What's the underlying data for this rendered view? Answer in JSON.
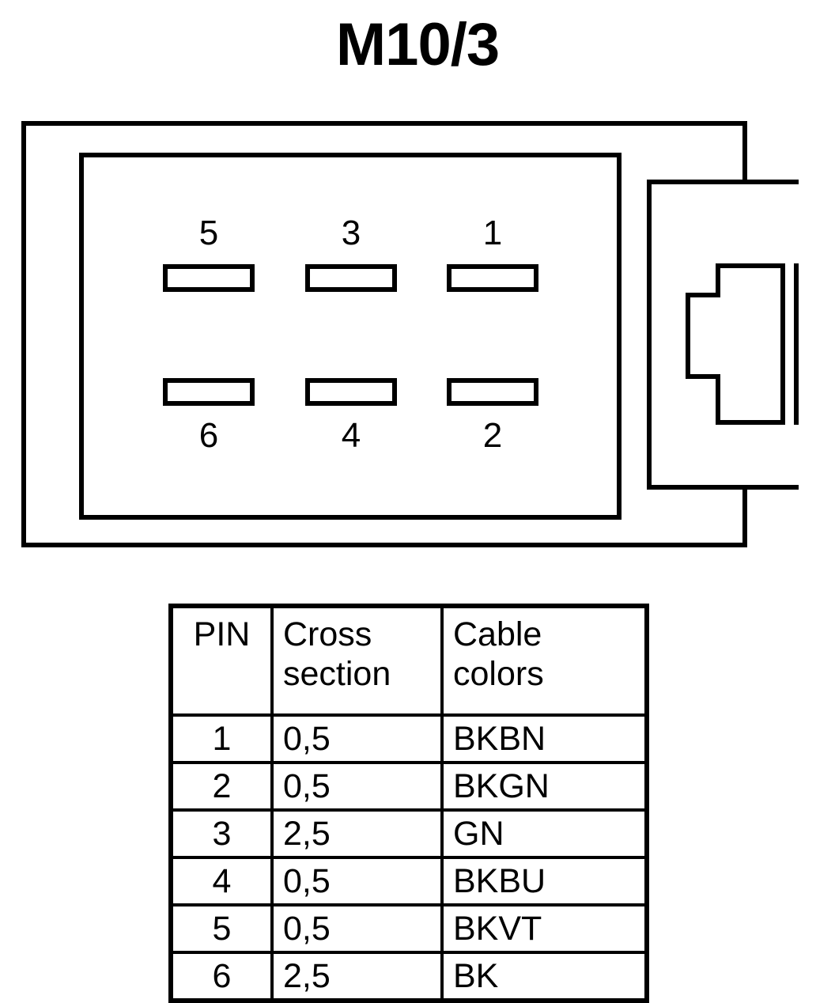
{
  "title": "M10/3",
  "connector": {
    "name": "connector-housing-diagram",
    "top_row_pins": [
      "5",
      "3",
      "1"
    ],
    "bottom_row_pins": [
      "6",
      "4",
      "2"
    ],
    "slot_count": 6
  },
  "table": {
    "headers": {
      "pin": "PIN",
      "cross_section_line1": "Cross",
      "cross_section_line2": "section",
      "cable_colors_line1": "Cable",
      "cable_colors_line2": "colors"
    },
    "rows": [
      {
        "pin": "1",
        "cross_section": "0,5",
        "cable_color": "BKBN"
      },
      {
        "pin": "2",
        "cross_section": "0,5",
        "cable_color": "BKGN"
      },
      {
        "pin": "3",
        "cross_section": "2,5",
        "cable_color": "GN"
      },
      {
        "pin": "4",
        "cross_section": "0,5",
        "cable_color": "BKBU"
      },
      {
        "pin": "5",
        "cross_section": "0,5",
        "cable_color": "BKVT"
      },
      {
        "pin": "6",
        "cross_section": "2,5",
        "cable_color": "BK"
      }
    ]
  },
  "colors": {
    "line": "#000000",
    "background": "#ffffff"
  }
}
